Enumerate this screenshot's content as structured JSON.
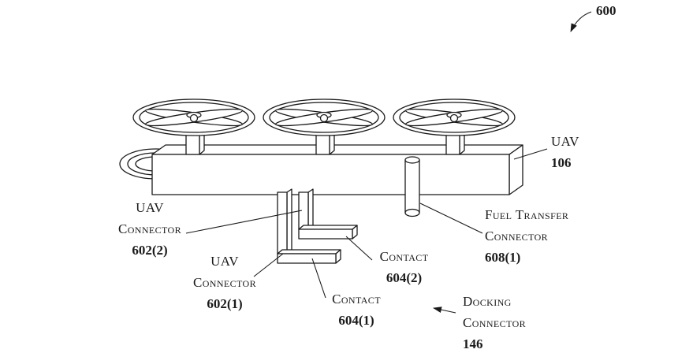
{
  "figure": {
    "number": "600"
  },
  "labels": {
    "uav": {
      "name": "UAV",
      "ref": "106"
    },
    "uav_connector_2": {
      "line1": "UAV",
      "line2": "Connector",
      "ref": "602(2)"
    },
    "uav_connector_1": {
      "line1": "UAV",
      "line2": "Connector",
      "ref": "602(1)"
    },
    "contact_2": {
      "name": "Contact",
      "ref": "604(2)"
    },
    "contact_1": {
      "name": "Contact",
      "ref": "604(1)"
    },
    "fuel_transfer": {
      "line1": "Fuel Transfer",
      "line2": "Connector",
      "ref": "608(1)"
    },
    "docking_connector": {
      "line1": "Docking",
      "line2": "Connector",
      "ref": "146"
    }
  },
  "colors": {
    "ink": "#1a1a1a",
    "background": "#ffffff"
  }
}
